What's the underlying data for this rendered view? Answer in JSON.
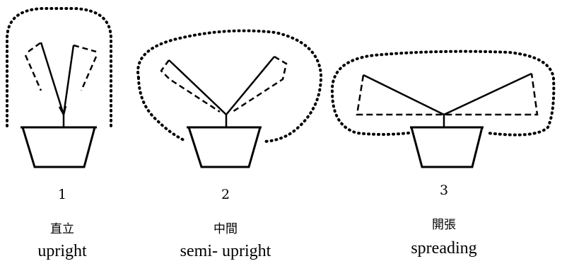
{
  "panels": [
    {
      "number": "1",
      "label_ja": "直立",
      "label_en": "upright"
    },
    {
      "number": "2",
      "label_ja": "中間",
      "label_en": "semi- upright"
    },
    {
      "number": "3",
      "label_ja": "開張",
      "label_en": "spreading"
    }
  ]
}
